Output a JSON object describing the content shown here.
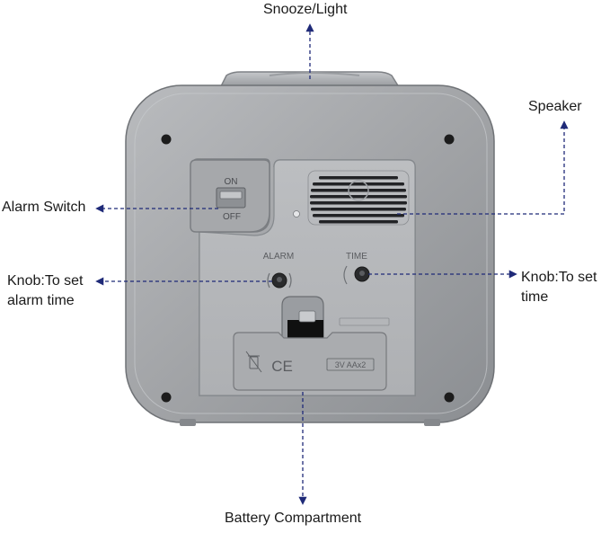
{
  "callouts": {
    "snooze_light": "Snooze/Light",
    "speaker": "Speaker",
    "alarm_switch": "Alarm Switch",
    "knob_alarm": [
      "Knob:To set",
      "alarm time"
    ],
    "knob_time": [
      "Knob:To set",
      "time"
    ],
    "battery_compartment": "Battery Compartment"
  },
  "device_markings": {
    "switch_on": "ON",
    "switch_off": "OFF",
    "knob_alarm": "ALARM",
    "knob_time": "TIME",
    "ce_mark": "CE",
    "battery_spec": "3V AAx2"
  },
  "colors": {
    "body": "#a3a5a8",
    "body_dark": "#7d8084",
    "panel": "#b6b8bb",
    "arrow": "#1f2a78"
  }
}
